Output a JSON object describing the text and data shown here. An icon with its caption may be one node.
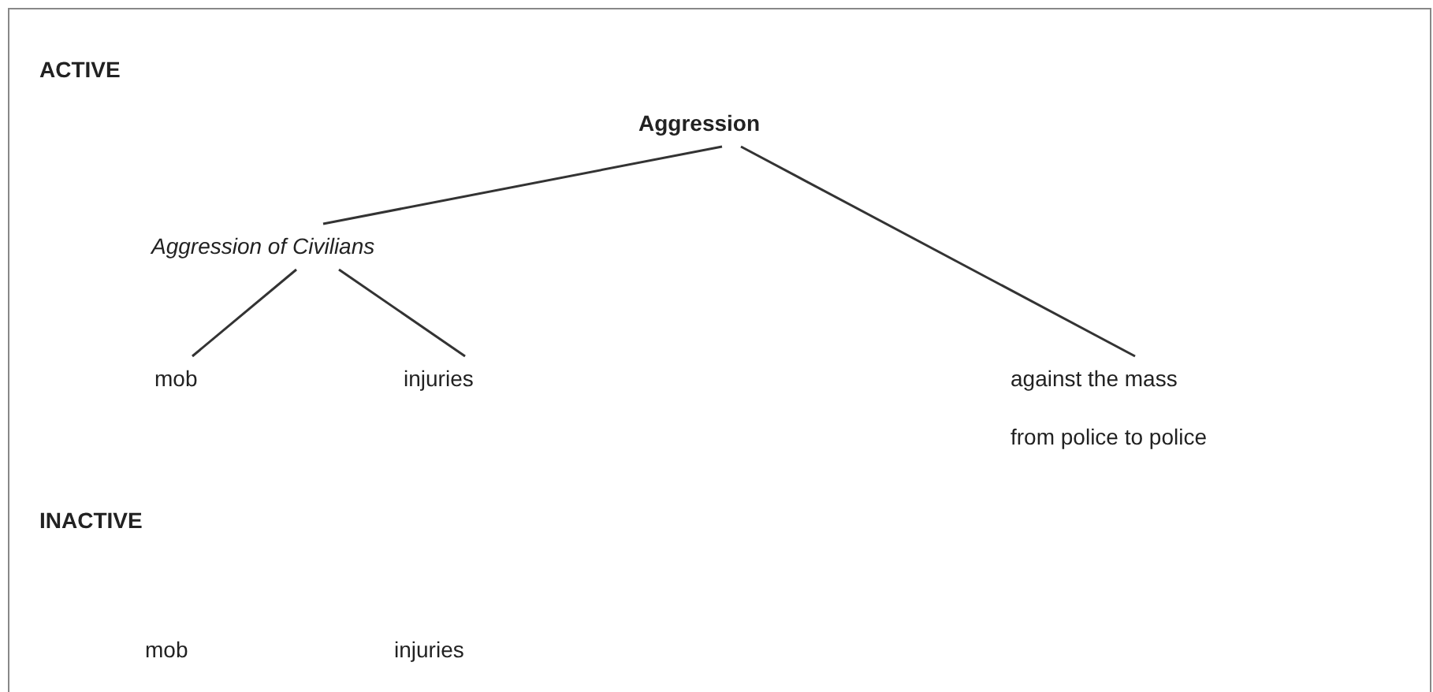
{
  "diagram": {
    "nodes": [
      {
        "text": [
          "Aggression"
        ]
      },
      {
        "text": [
          "Aggression of Civilians"
        ]
      },
      {
        "text": [
          "mob"
        ]
      },
      {
        "text": [
          "injuries"
        ]
      },
      {
        "text": [
          "against the mass",
          "from police to police"
        ]
      }
    ],
    "edges": [
      {
        "from": 0,
        "to": 1,
        "arrow": "none"
      },
      {
        "from": 0,
        "to": 4,
        "arrow": "none"
      },
      {
        "from": 1,
        "to": 2,
        "arrow": "none"
      },
      {
        "from": 1,
        "to": 3,
        "arrow": "none"
      }
    ],
    "labels": [
      "ACTIVE",
      "INACTIVE",
      "mob",
      "injuries"
    ]
  }
}
